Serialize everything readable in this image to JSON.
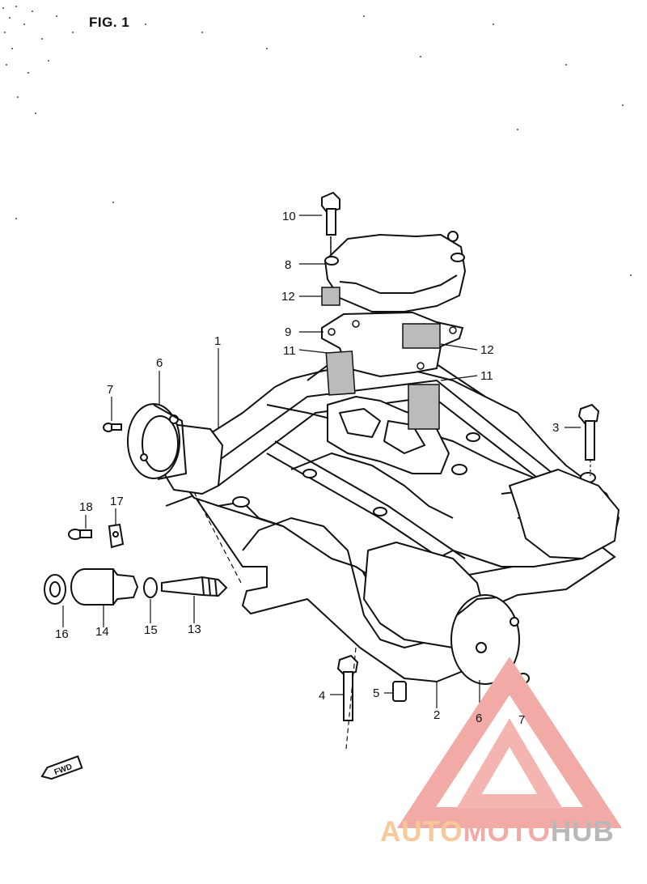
{
  "figure": {
    "title": "FIG. 1",
    "callouts": [
      "10",
      "8",
      "12",
      "9",
      "11",
      "12",
      "11",
      "1",
      "6",
      "7",
      "3",
      "18",
      "17",
      "16",
      "14",
      "15",
      "13",
      "4",
      "5",
      "2",
      "6",
      "7"
    ],
    "fwd_label": "FWD"
  },
  "watermark": {
    "part1": "AUTO",
    "part2": "MOTO",
    "part3": "HUB",
    "colors": {
      "orange": "#f7c99a",
      "red": "#f2aaa7",
      "gray": "#b8b8b8"
    }
  }
}
